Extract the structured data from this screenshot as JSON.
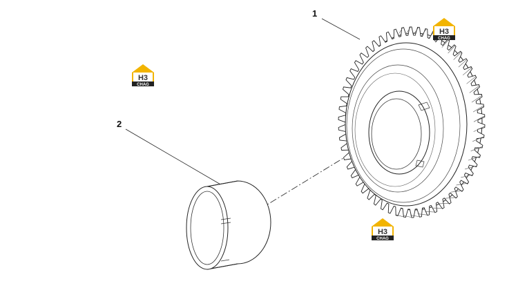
{
  "diagram": {
    "callouts": [
      {
        "label": "1",
        "part": "gear"
      },
      {
        "label": "2",
        "part": "bushing"
      }
    ],
    "watermark": {
      "text_top": "H3",
      "text_bottom": "CHAG",
      "color": "#f2b400"
    }
  }
}
